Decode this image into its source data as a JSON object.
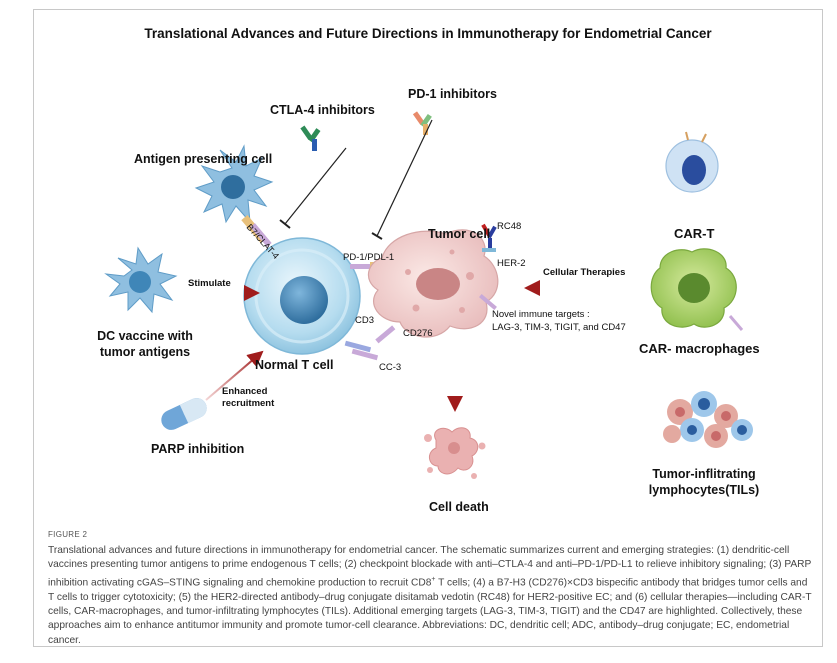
{
  "title": "Translational Advances and Future Directions in Immunotherapy for Endometrial Cancer",
  "labels": {
    "ctla4": "CTLA-4 inhibitors",
    "pd1": "PD-1 inhibitors",
    "apc": "Antigen presenting cell",
    "b7": "B7/CLAT-4",
    "pd1_pdl1": "PD-1/PDL-1",
    "tumor_cell": "Tumor cell",
    "rc48": "RC48",
    "her2": "HER-2",
    "car_t": "CAR-T",
    "stimulate": "Stimulate",
    "cellular_therapies": "Cellular Therapies",
    "dc_vaccine_1": "DC vaccine with",
    "dc_vaccine_2": "tumor antigens",
    "cd3": "CD3",
    "cd276": "CD276",
    "novel_1": "Novel immune targets :",
    "novel_2": "LAG-3, TIM-3, TIGIT, and CD47",
    "car_macro": "CAR- macrophages",
    "normal_t": "Normal T cell",
    "cc3": "CC-3",
    "enhanced_1": "Enhanced",
    "enhanced_2": "recruitment",
    "parp": "PARP inhibition",
    "tils_1": "Tumor-inflitrating",
    "tils_2": "lymphocytes(TILs)",
    "cell_death": "Cell death"
  },
  "figure_label": "FIGURE 2",
  "caption": {
    "part1": "Translational advances and future directions in immunotherapy for endometrial cancer. The schematic summarizes current and emerging strategies: (1) dendritic-cell vaccines presenting tumor antigens to prime endogenous T cells; (2) checkpoint blockade with anti–CTLA-4 and anti–PD-1/PD-L1 to relieve inhibitory signaling; (3) PARP inhibition activating cGAS–STING signaling and chemokine production to recruit CD8",
    "sup": "+",
    "part2": " T cells; (4) a B7-H3 (CD276)×CD3 bispecific antibody that bridges tumor cells and T cells to trigger cytotoxicity; (5) the HER2-directed antibody–drug conjugate disitamab vedotin (RC48) for HER2-positive EC; and (6) cellular therapies—including CAR-T cells, CAR-macrophages, and tumor-infiltrating lymphocytes (TILs). Additional emerging targets (LAG-3, TIM-3, TIGIT) and the CD47 are highlighted. Collectively, these approaches aim to enhance antitumor immunity and promote tumor-cell clearance. Abbreviations: DC, dendritic cell; ADC, antibody–drug conjugate; EC, endometrial cancer."
  },
  "colors": {
    "t_cell": "#9fd0ea",
    "t_nucleus": "#3f86b8",
    "tumor": "#f1d0cf",
    "tumor_nucleus": "#c98585",
    "dc": "#8fbfe0",
    "car_t": "#b9d4ee",
    "macrophage": "#a8cf6a",
    "arrow_red": "#a01c1c"
  }
}
